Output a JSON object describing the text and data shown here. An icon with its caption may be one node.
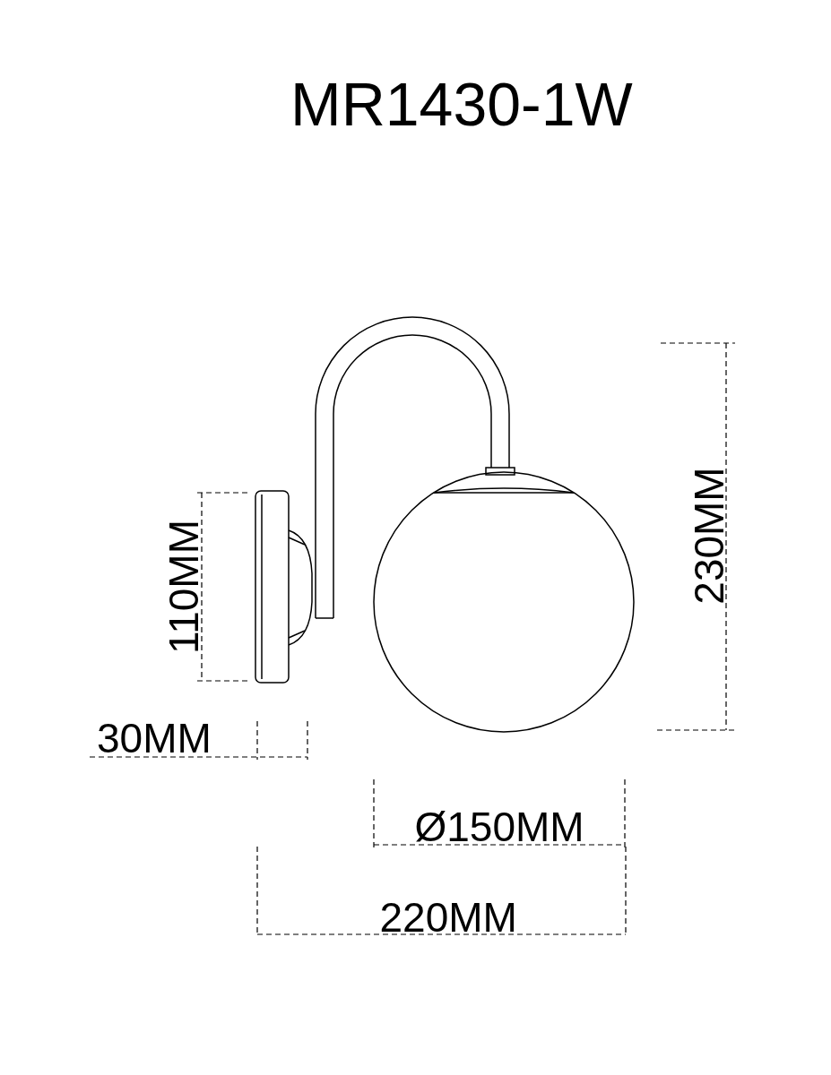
{
  "diagram": {
    "title": "MR1430-1W",
    "labels": [
      "230MM",
      "110MM",
      "30MM",
      "Ø150MM",
      "220MM"
    ]
  }
}
